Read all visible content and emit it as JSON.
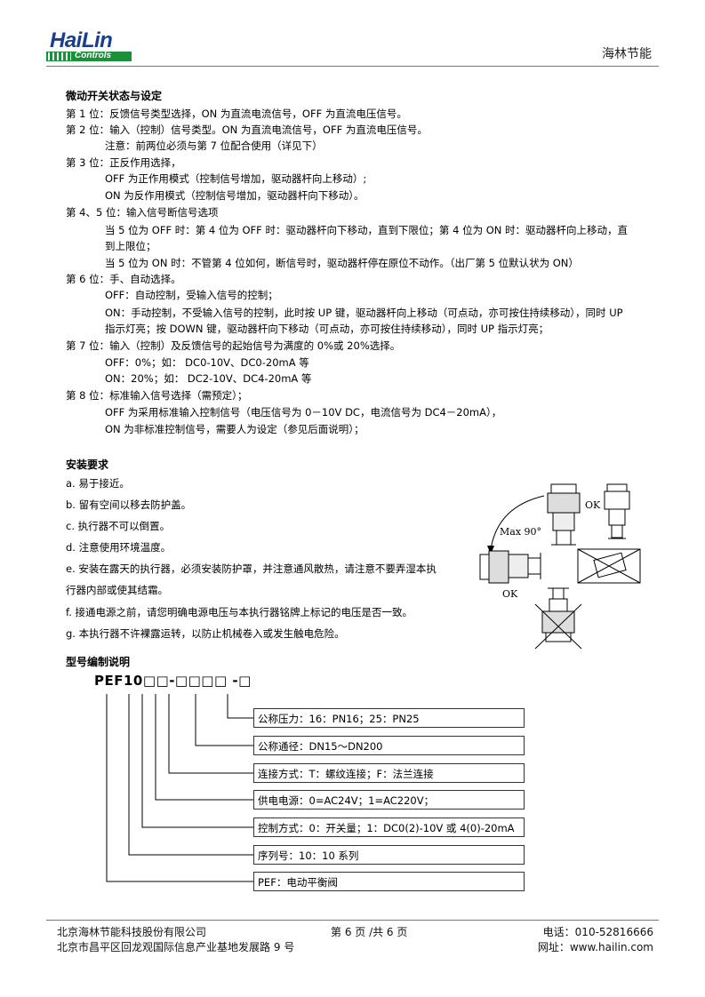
{
  "header": {
    "logo_main": "HaiLin",
    "logo_sub": "Controls",
    "right": "海林节能"
  },
  "switch_section": {
    "title": "微动开关状态与设定",
    "lines": [
      "第 1 位：反馈信号类型选择，ON 为直流电流信号，OFF 为直流电压信号。",
      "第 2 位：输入（控制）信号类型。ON 为直流电流信号，OFF 为直流电压信号。",
      "注意：前两位必须与第 7 位配合使用（详见下）",
      "第 3 位：正反作用选择，",
      "OFF 为正作用模式（控制信号增加，驱动器杆向上移动）;",
      "ON 为反作用模式（控制信号增加，驱动器杆向下移动）。",
      "第 4、5 位：输入信号断信号选项",
      "当 5 位为 OFF 时：第 4 位为 OFF 时：驱动器杆向下移动，直到下限位；第 4 位为 ON 时：驱动器杆向上移动，直",
      "到上限位；",
      "当 5 位为 ON 时：不管第 4 位如何，断信号时，驱动器杆停在原位不动作。（出厂第 5 位默认状为 ON）",
      "第 6 位：手、自动选择。",
      "OFF：自动控制，受输入信号的控制；",
      "ON：手动控制，不受输入信号的控制，此时按 UP 键，驱动器杆向上移动（可点动，亦可按住持续移动），同时 UP",
      "指示灯亮；按 DOWN 键，驱动器杆向下移动（可点动，亦可按住持续移动），同时 UP 指示灯亮；",
      "第 7 位：输入（控制）及反馈信号的起始信号为满度的 0%或 20%选择。",
      "OFF：0%；如：  DC0-10V、DC0-20mA 等",
      "ON：20%；如：  DC2-10V、DC4-20mA 等",
      "第 8 位：标准输入信号选择（需预定）；",
      "OFF 为采用标准输入控制信号（电压信号为 0－10V DC，电流信号为 DC4－20mA），",
      "ON 为非标准控制信号，需要人为设定（参见后面说明）；"
    ]
  },
  "install_section": {
    "title": "安装要求",
    "items": [
      "a. 易于接近。",
      "b. 留有空间以移去防护盖。",
      "c. 执行器不可以倒置。",
      "d. 注意使用环境温度。",
      "e. 安装在露天的执行器，必须安装防护罩，并注意通风散热，请注意不要弄湿本执",
      "行器内部或使其结霜。",
      "f. 接通电源之前，请您明确电源电压与本执行器铭牌上标记的电压是否一致。",
      "g. 本执行器不许裸露运转，以防止机械卷入或发生触电危险。"
    ],
    "figure": {
      "ok_top": "OK",
      "max_label": "Max 90°",
      "ok_left": "OK"
    }
  },
  "model_section": {
    "title": "型号编制说明",
    "code": "PEF10□□-□□□□ -□",
    "boxes": [
      "公称压力：16：PN16；25：PN25",
      "公称通径：DN15～DN200",
      "连接方式：T：螺纹连接；F：法兰连接",
      "供电电源：0=AC24V；1=AC220V；",
      "控制方式：0：开关量；1：DC0(2)-10V 或 4(0)-20mA",
      "序列号：10：10 系列",
      "PEF：电动平衡阀"
    ]
  },
  "footer": {
    "company": "北京海林节能科技股份有限公司",
    "address": "北京市昌平区回龙观国际信息产业基地发展路 9 号",
    "page": "第 6 页 /共 6 页",
    "phone": "电话：010-52816666",
    "web": "网址：www.hailin.com"
  }
}
